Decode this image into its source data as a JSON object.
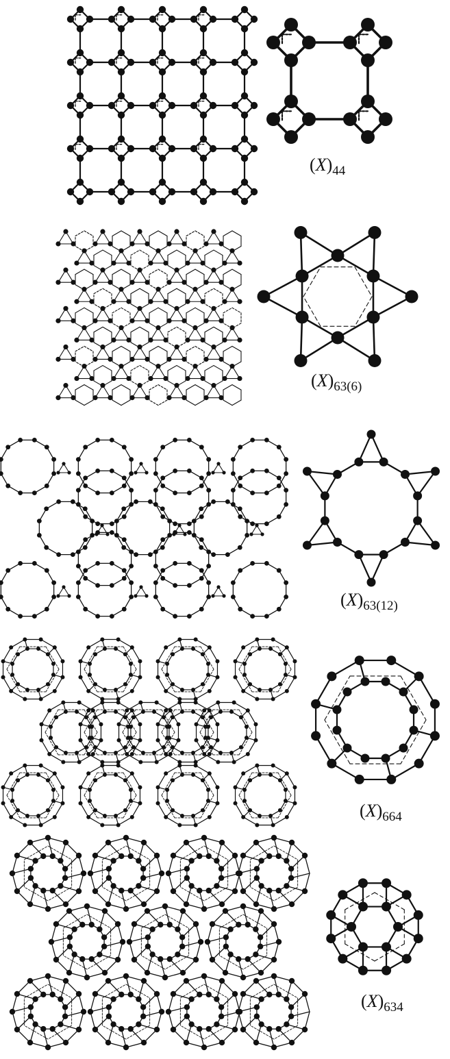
{
  "figure": {
    "panels": [
      {
        "id": "44",
        "symbol": "X",
        "subscript": "44",
        "lattice": "square"
      },
      {
        "id": "63_6",
        "symbol": "X",
        "subscript": "63(6)",
        "lattice": "honeycomb-triangle"
      },
      {
        "id": "63_12",
        "symbol": "X",
        "subscript": "63(12)",
        "lattice": "honeycomb-12-ring"
      },
      {
        "id": "664",
        "symbol": "X",
        "subscript": "664",
        "lattice": "honeycomb-double-ring"
      },
      {
        "id": "634",
        "symbol": "X",
        "subscript": "634",
        "lattice": "honeycomb-fused-ring"
      }
    ]
  },
  "colors": {
    "ink": "#111111",
    "background": "#ffffff"
  }
}
